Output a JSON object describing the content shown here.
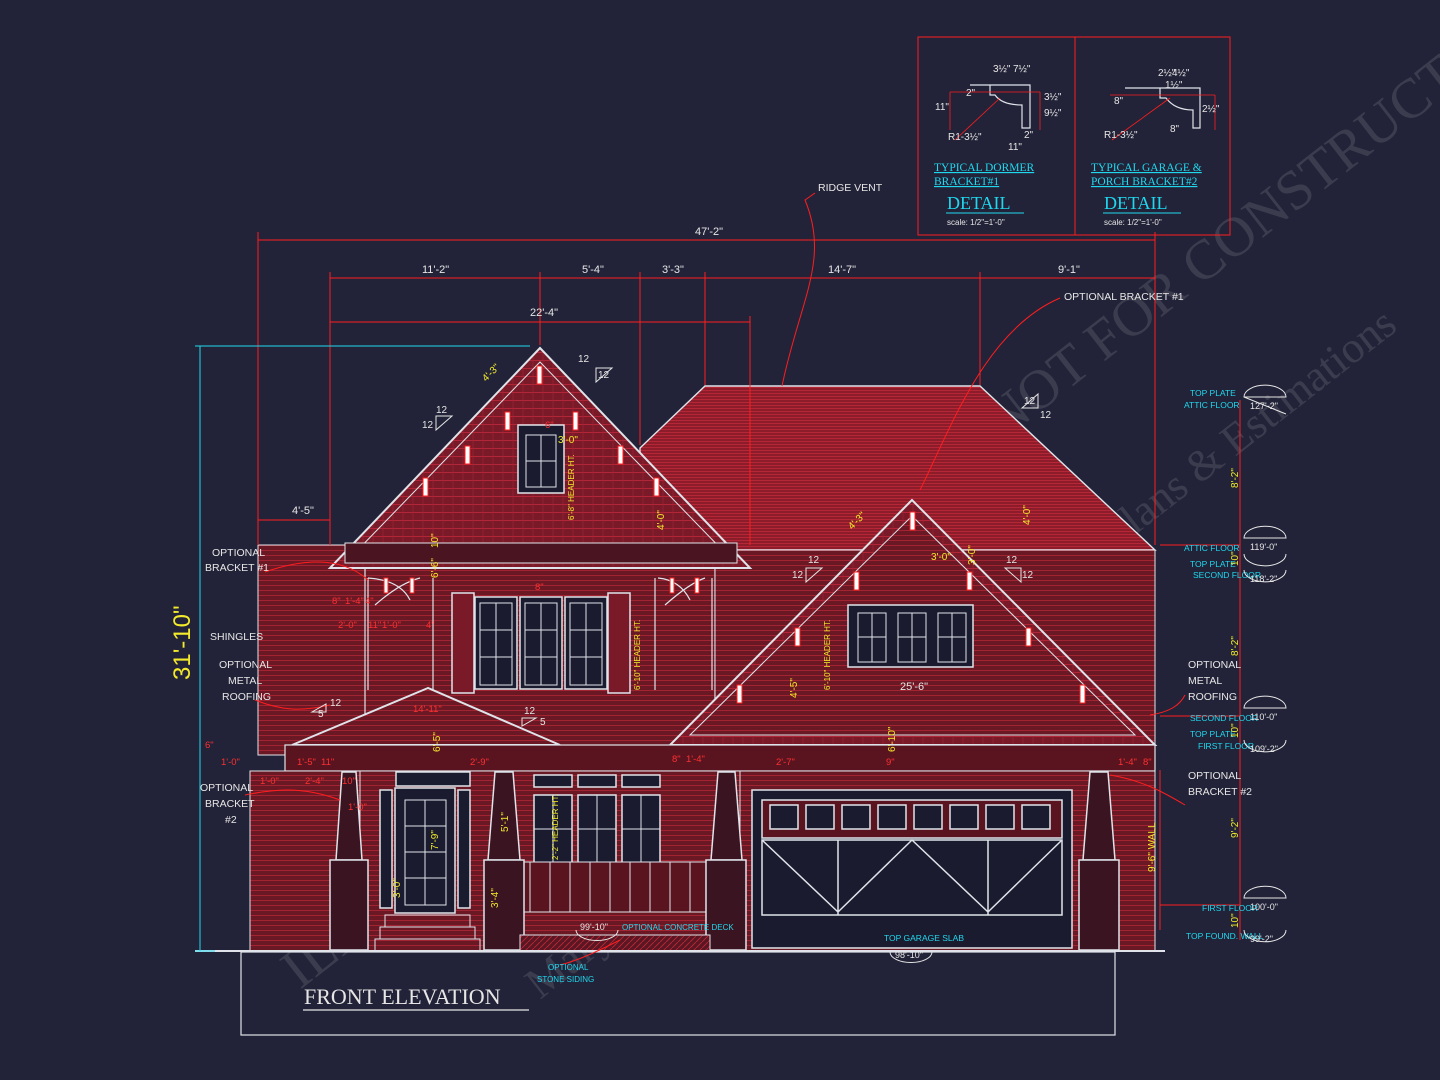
{
  "colors": {
    "background": "#222338",
    "linework": "#e0e4ea",
    "dimension": "#ff1e1e",
    "roof_fill": "#8c1c2a",
    "siding_fill": "#6e1a26",
    "annotation_yellow": "#f2ea2a",
    "annotation_cyan": "#20d8ee",
    "label_white": "#e6e6e6"
  },
  "icons": {
    "slope_marker": "roof-slope-triangle-icon",
    "level_marker": "elevation-level-marker-icon"
  },
  "title": "FRONT ELEVATION",
  "watermark": [
    "ILLUSTRATIVE PURPOSES ONLY · NOT FOR CONSTRUCTION",
    "Marylandhouseplans.com · Architectural Plans & Estimations"
  ],
  "details": [
    {
      "name_line1": "TYPICAL DORMER",
      "name_line2": "BRACKET#1",
      "detail_label": "DETAIL",
      "scale": "scale: 1/2\"=1'-0\"",
      "dims": [
        "3½\"",
        "7½\"",
        "2\"",
        "11\"",
        "3½\"",
        "9½\"",
        "R1-3½\"",
        "2\"",
        "11\""
      ]
    },
    {
      "name_line1": "TYPICAL GARAGE &",
      "name_line2": "PORCH BRACKET#2",
      "detail_label": "DETAIL",
      "scale": "scale: 1/2\"=1'-0\"",
      "dims": [
        "2½\"",
        "4½\"",
        "1½\"",
        "8\"",
        "R1-3½\"",
        "8\"",
        "2½\""
      ]
    }
  ],
  "callouts": {
    "ridge_vent": "RIDGE VENT",
    "optional_bracket_1_right": "OPTIONAL BRACKET #1",
    "optional_bracket_1_left_a": "OPTIONAL",
    "optional_bracket_1_left_b": "BRACKET #1",
    "shingles": "SHINGLES",
    "metal_roof_left": [
      "OPTIONAL",
      "METAL",
      "ROOFING"
    ],
    "metal_roof_right": [
      "OPTIONAL",
      "METAL",
      "ROOFING"
    ],
    "optional_bracket_2_left": [
      "OPTIONAL",
      "BRACKET",
      "#2"
    ],
    "optional_bracket_2_right": [
      "OPTIONAL",
      "BRACKET #2"
    ],
    "concrete_deck": "OPTIONAL CONCRETE DECK",
    "stone_siding": [
      "OPTIONAL",
      "STONE SIDING"
    ],
    "garage_slab": "TOP GARAGE SLAB",
    "wall_height": "9'-6\" WALL"
  },
  "overall_dims": {
    "total_width": "47'-2\"",
    "total_height": "31'-10\"",
    "segments": [
      "11'-2\"",
      "5'-4\"",
      "3'-3\"",
      "14'-7\"",
      "9'-1\""
    ],
    "gable_width": "22'-4\"",
    "left_offset": "4'-5\"",
    "garage_gable_span": "25'-6\""
  },
  "yellow_dims": [
    "4'-3\"",
    "3'-0\"",
    "6'-8\" HEADER HT.",
    "4'-0\"",
    "6'-6\"",
    "10\"",
    "6'-10\" HEADER HT.",
    "4'-3\"",
    "3'-0\"",
    "3'-0\"",
    "4'-0\"",
    "6'-10\" HEADER HT.",
    "7'-9\"",
    "5'-1\"",
    "2'-2\" HEADER HT.",
    "3'-0\"",
    "3'-4\"",
    "9'-6\" WALL",
    "6'-5\"",
    "6'-10\"",
    "4'-5\""
  ],
  "red_dims": [
    "8\"",
    "1'-4\"",
    "4\"",
    "2'-0\"",
    "11\"",
    "1'-0\"",
    "4\"",
    "14'-11\"",
    "1'-5\"",
    "11\"",
    "2'-4\"",
    "10\"",
    "1'-0\"",
    "1'-0\"",
    "1'-0\"",
    "2'-9\"",
    "8\"",
    "1'-4\"",
    "2'-7\"",
    "9\"",
    "1'-4\"",
    "8\"",
    "6\"",
    "8\"",
    "6\""
  ],
  "slopes": [
    {
      "rise": "12",
      "run": "12"
    },
    {
      "rise": "12",
      "run": "12"
    },
    {
      "rise": "12",
      "run": "12"
    },
    {
      "rise": "12",
      "run": "12"
    },
    {
      "rise": "12",
      "run": "12"
    },
    {
      "rise": "12",
      "run": "5"
    },
    {
      "rise": "12",
      "run": "5"
    }
  ],
  "level_tags": [
    {
      "lines": [
        "TOP PLATE",
        "ATTIC FLOOR"
      ],
      "elevation": "127'-2\""
    },
    {
      "lines": [
        "ATTIC FLOOR"
      ],
      "elevation": "119'-0\""
    },
    {
      "lines": [
        "TOP PLATE",
        "SECOND FLOOR"
      ],
      "elevation": "118'-2\""
    },
    {
      "lines": [
        "SECOND FLOOR"
      ],
      "elevation": "110'-0\""
    },
    {
      "lines": [
        "TOP PLATE",
        "FIRST FLOOR"
      ],
      "elevation": "109'-2\""
    },
    {
      "lines": [
        "FIRST FLOOR"
      ],
      "elevation": "100'-0\""
    },
    {
      "lines": [
        "TOP FOUND. WALL"
      ],
      "elevation": "99'-2\""
    }
  ],
  "level_dims": [
    "8'-2\"",
    "10\"",
    "8'-2\"",
    "10\"",
    "9'-2\"",
    "10\""
  ],
  "floor_tags": {
    "porch": "99'-10\"",
    "garage": "98'-10\""
  }
}
